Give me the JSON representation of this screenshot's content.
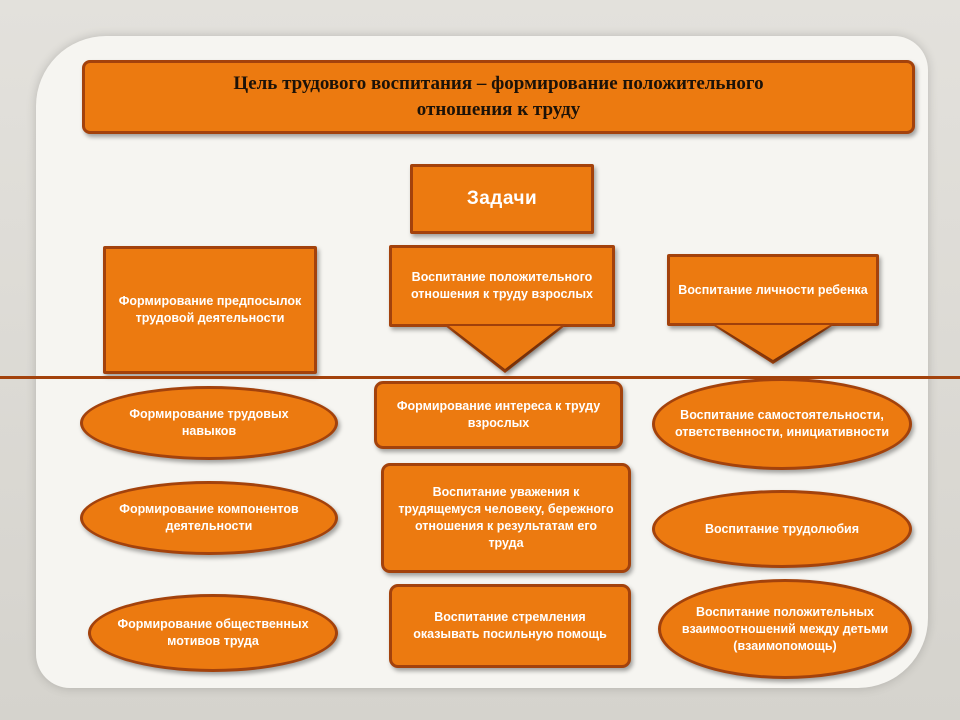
{
  "goal": {
    "text": "Цель  трудового воспитания – формирование  положительного отношения к труду"
  },
  "tasks": {
    "label": "Задачи"
  },
  "columns": [
    {
      "header": "Формирование предпосылок трудовой деятельности",
      "items": [
        "Формирование трудовых навыков",
        "Формирование компонентов деятельности",
        "Формирование общественных мотивов труда"
      ]
    },
    {
      "header": "Воспитание положительного отношения к труду взрослых",
      "items": [
        "Формирование интереса к труду взрослых",
        "Воспитание уважения к трудящемуся человеку, бережного отношения к результатам его труда",
        "Воспитание стремления оказывать посильную помощь"
      ]
    },
    {
      "header": "Воспитание личности ребенка",
      "items": [
        "Воспитание самостоятельности, ответственности, инициативности",
        "Воспитание трудолюбия",
        "Воспитание положительных взаимоотношений между детьми (взаимопомощь)"
      ]
    }
  ],
  "colors": {
    "fill": "#ec7a10",
    "border": "#a3420c",
    "panel": "#f6f5f1"
  }
}
